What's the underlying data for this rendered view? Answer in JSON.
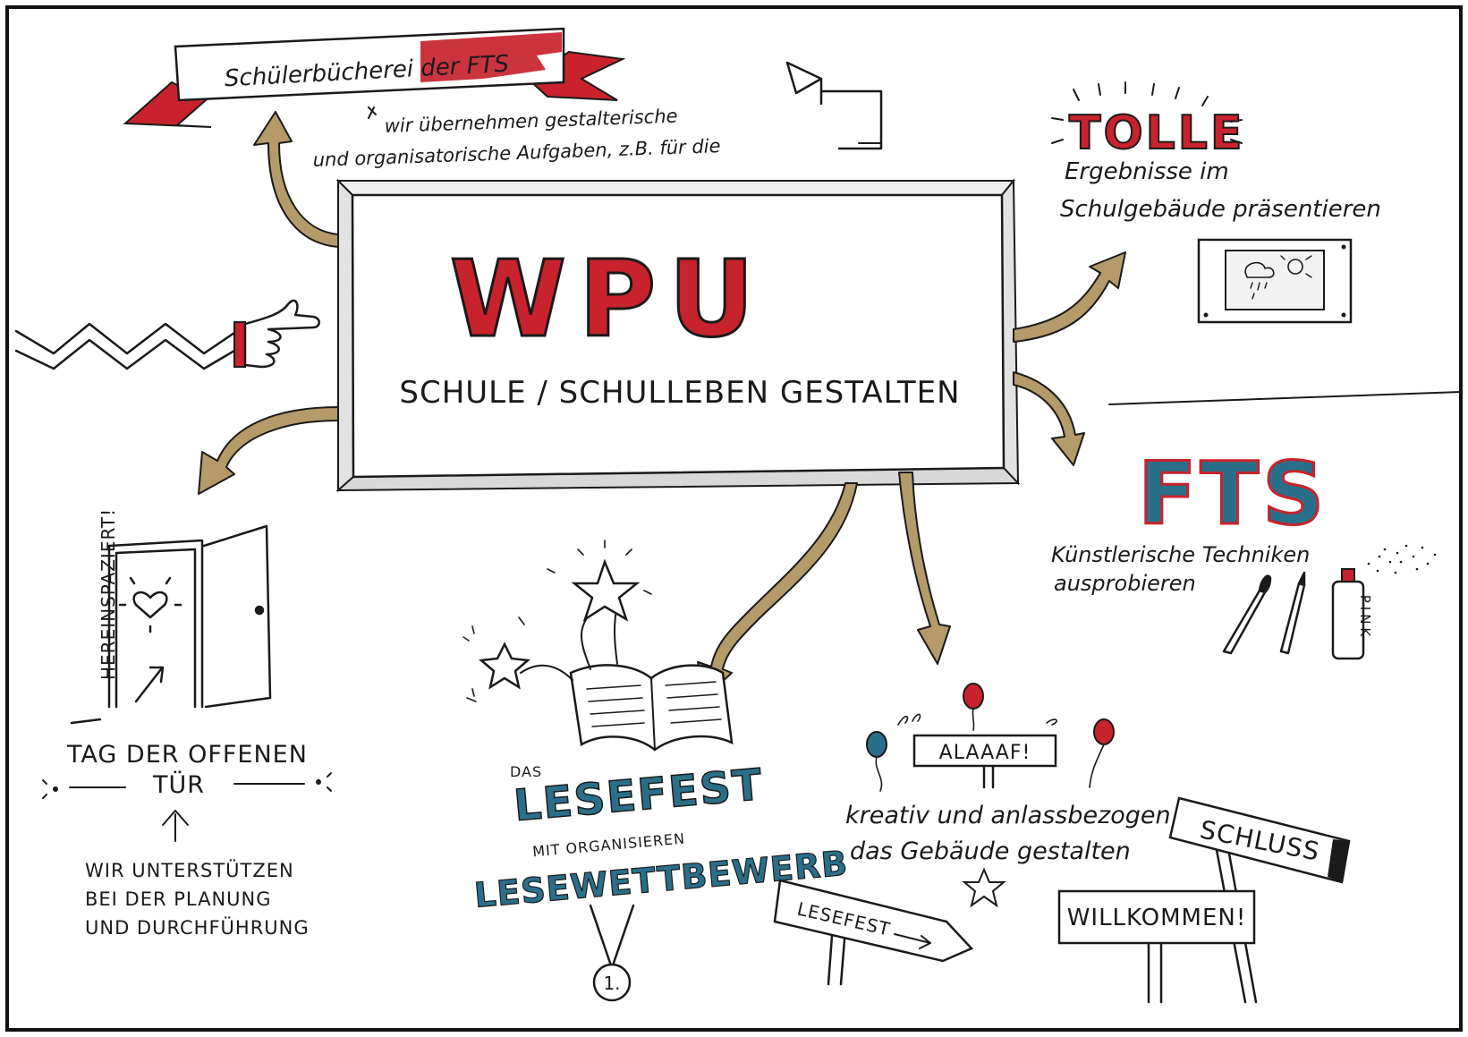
{
  "center": {
    "title": "WPU",
    "subtitle": "SCHULE / SCHULLEBEN GESTALTEN"
  },
  "library": {
    "banner": "Schülerbücherei der FTS",
    "note_line1": "wir übernehmen gestalterische",
    "note_line2": "und organisatorische Aufgaben, z.B. für die"
  },
  "results": {
    "headline": "TOLLE",
    "line1": "Ergebnisse im",
    "line2": "Schulgebäude präsentieren"
  },
  "art": {
    "logo": "FTS",
    "line1": "Künstlerische Techniken",
    "line2": "ausprobieren",
    "spray_label": "PINK"
  },
  "open_day": {
    "door_label": "HEREINSPAZIERT!",
    "line1": "TAG DER OFFENEN",
    "line2": "TÜR",
    "support1": "WIR UNTERSTÜTZEN",
    "support2": "BEI DER PLANUNG",
    "support3": "UND DURCHFÜHRUNG"
  },
  "reading": {
    "das": "DAS",
    "festival": "LESEFEST",
    "organize": "MIT ORGANISIEREN",
    "competition": "LESEWETTBEWERB",
    "medal": "1."
  },
  "decor": {
    "carnival_sign": "ALAAAF!",
    "line1": "kreativ und anlassbezogen",
    "line2": "das Gebäude gestalten",
    "sign_festival": "LESEFEST",
    "sign_welcome": "WILLKOMMEN!",
    "sign_end": "SCHLUSS"
  },
  "colors": {
    "accent_red": "#c8232c",
    "accent_teal": "#2a6f8a",
    "arrow_gold": "#b59a6a",
    "ink": "#1a1a1a",
    "paper": "#ffffff"
  }
}
